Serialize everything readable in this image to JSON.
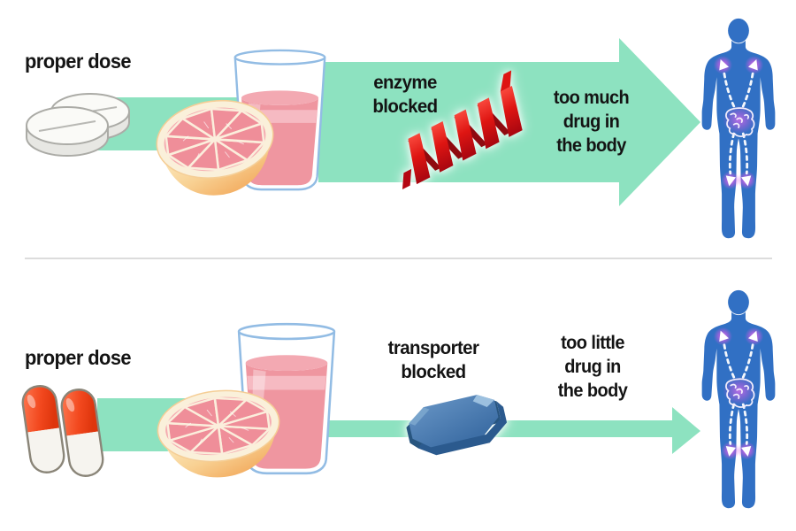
{
  "colors": {
    "arrow_green": "#8DE2C0",
    "body_blue": "#3170C4",
    "enzyme_red": "#C9080F",
    "transporter_blue": "#4E82B5",
    "juice_pink": "#EF96A0",
    "grapefruit_rind": "#F3AC5C",
    "text": "#141414",
    "divider": "#DCDCDC",
    "background": "#FFFFFF"
  },
  "top_panel": {
    "dose_label": "proper dose",
    "drug_icon": "tablets-icon",
    "fruit_icon": "grapefruit-icon",
    "juice_icon": "juice-glass-icon",
    "mechanism_icon": "enzyme-helix-icon",
    "mechanism_lines": [
      "enzyme",
      "blocked"
    ],
    "result_lines": [
      "too much",
      "drug in",
      "the body"
    ],
    "figure_icon": "human-body-icon"
  },
  "bottom_panel": {
    "dose_label": "proper dose",
    "drug_icon": "capsules-icon",
    "fruit_icon": "grapefruit-icon",
    "juice_icon": "juice-glass-icon",
    "mechanism_icon": "transporter-pill-icon",
    "mechanism_lines": [
      "transporter",
      "blocked"
    ],
    "result_lines": [
      "too little",
      "drug in",
      "the body"
    ],
    "figure_icon": "human-body-icon"
  }
}
